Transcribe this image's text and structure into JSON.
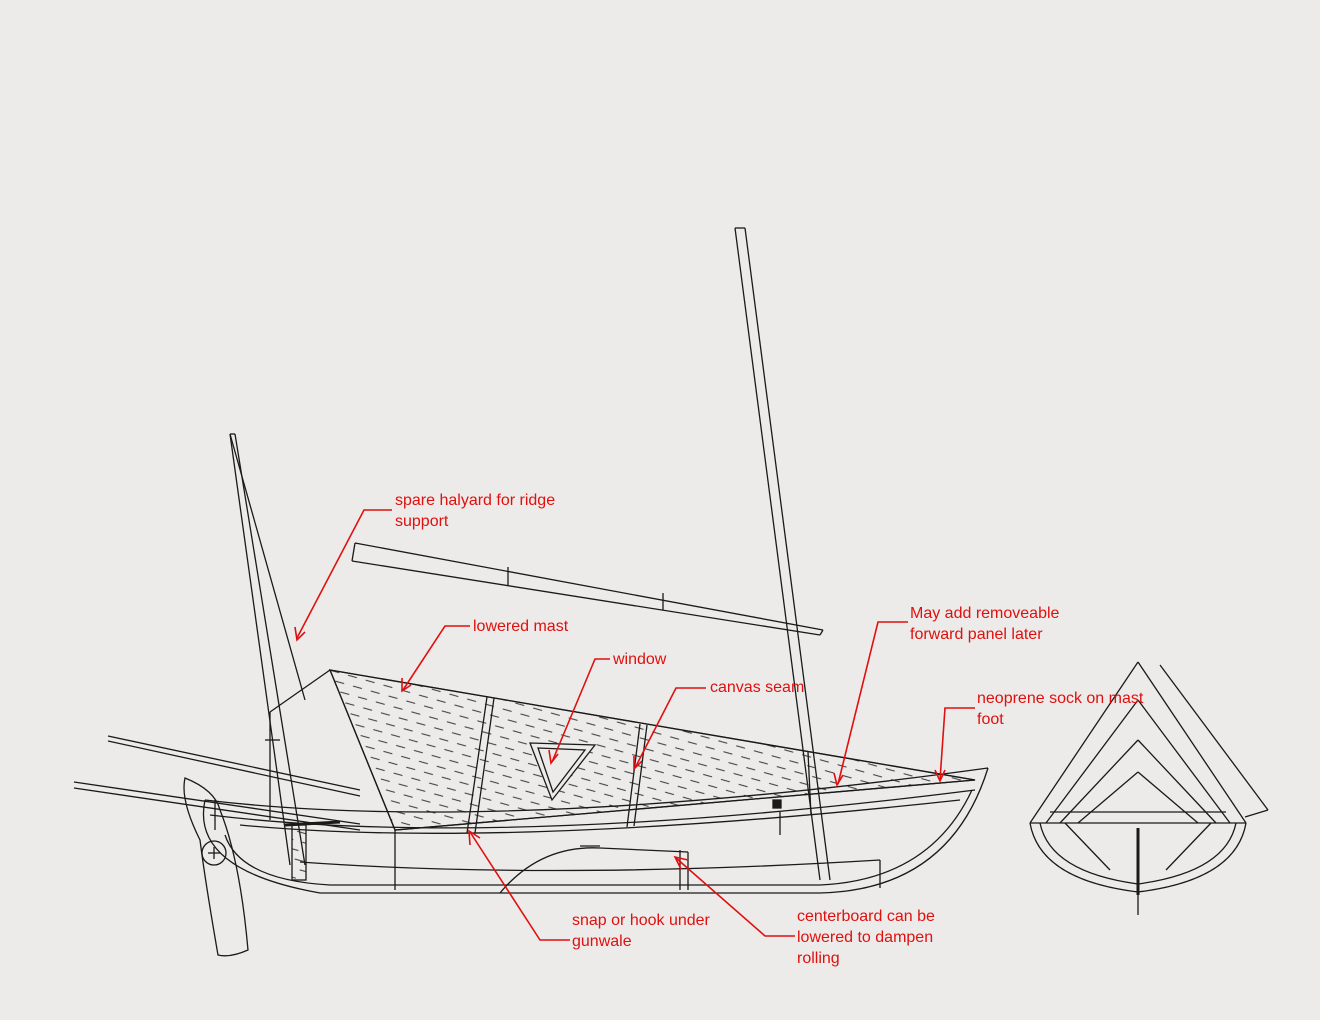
{
  "colors": {
    "background": "#ecebea",
    "linework": "#1a1a1a",
    "annotation": "#e0100e"
  },
  "annotations": [
    {
      "id": "spare-halyard",
      "lines": [
        "spare halyard for ridge",
        "support"
      ]
    },
    {
      "id": "lowered-mast",
      "lines": [
        "lowered mast"
      ]
    },
    {
      "id": "window",
      "lines": [
        "window"
      ]
    },
    {
      "id": "canvas-seam",
      "lines": [
        "canvas seam"
      ]
    },
    {
      "id": "forward-panel",
      "lines": [
        "May add removeable",
        "forward panel later"
      ]
    },
    {
      "id": "neoprene-sock",
      "lines": [
        "neoprene sock on mast",
        "foot"
      ]
    },
    {
      "id": "snap-hook",
      "lines": [
        "snap or hook under",
        "gunwale"
      ]
    },
    {
      "id": "centerboard",
      "lines": [
        "centerboard can be",
        "lowered to dampen",
        "rolling"
      ]
    }
  ]
}
